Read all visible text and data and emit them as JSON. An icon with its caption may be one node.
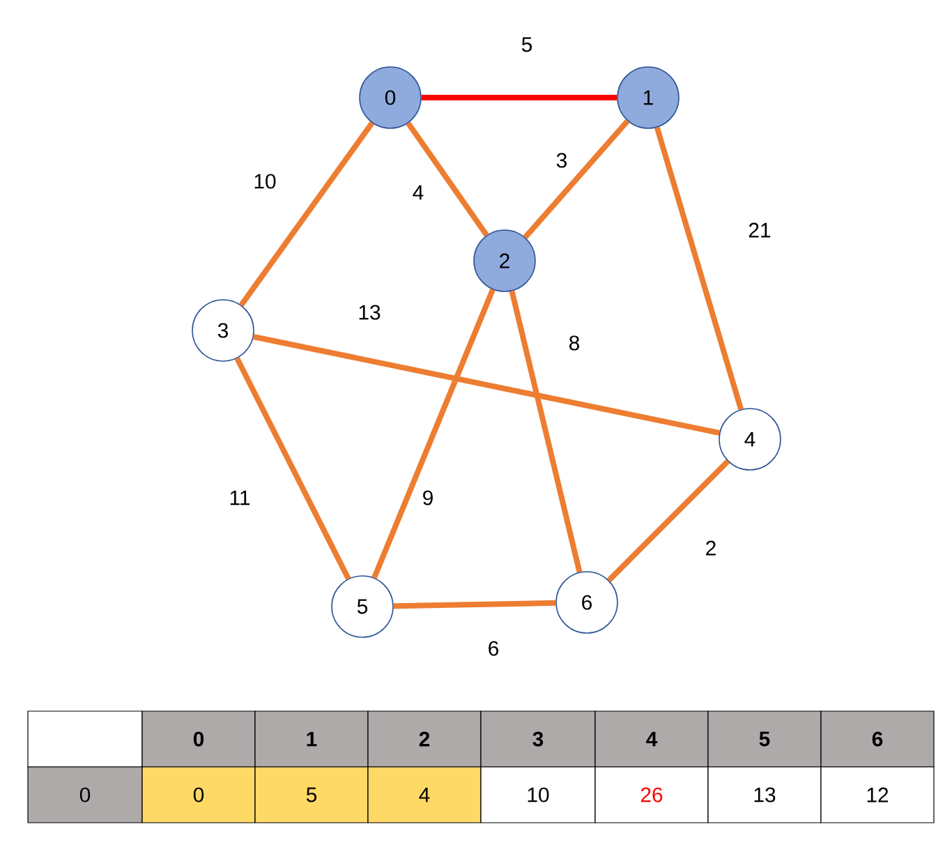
{
  "diagram": {
    "nodes": [
      {
        "text": [
          "0"
        ]
      },
      {
        "text": [
          "1"
        ]
      },
      {
        "text": [
          "2"
        ]
      },
      {
        "text": [
          "3"
        ]
      },
      {
        "text": [
          "4"
        ]
      },
      {
        "text": [
          "5"
        ]
      },
      {
        "text": [
          "6"
        ]
      }
    ],
    "edges": [
      {
        "from": 0,
        "to": 1,
        "arrow": "none",
        "label": "5",
        "color": "#ff0000"
      },
      {
        "from": 0,
        "to": 2,
        "arrow": "none",
        "label": "4"
      },
      {
        "from": 1,
        "to": 2,
        "arrow": "none",
        "label": "3"
      },
      {
        "from": 1,
        "to": 4,
        "arrow": "none",
        "label": "21"
      },
      {
        "from": 0,
        "to": 3,
        "arrow": "none",
        "label": "10"
      },
      {
        "from": 3,
        "to": 4,
        "arrow": "none",
        "label": "13"
      },
      {
        "from": 2,
        "to": 5,
        "arrow": "none",
        "label": "9"
      },
      {
        "from": 2,
        "to": 6,
        "arrow": "none",
        "label": "8"
      },
      {
        "from": 3,
        "to": 5,
        "arrow": "none",
        "label": "11"
      },
      {
        "from": 5,
        "to": 6,
        "arrow": "none",
        "label": "6"
      },
      {
        "from": 4,
        "to": 6,
        "arrow": "none",
        "label": "2"
      }
    ],
    "labels": [
      "0",
      "1",
      "2",
      "3",
      "4",
      "5",
      "6",
      "0",
      "0",
      "5",
      "4",
      "10",
      "26",
      "13",
      "12"
    ]
  }
}
